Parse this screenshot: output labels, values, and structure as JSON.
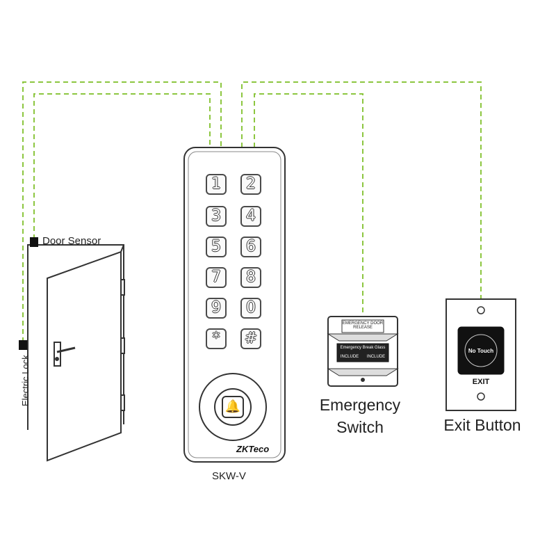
{
  "labels": {
    "door_sensor": "Door Sensor",
    "electric_lock": "Electric Lock",
    "model": "SKW-V",
    "emergency_line1": "Emergency",
    "emergency_line2": "Switch",
    "exit_button": "Exit Button"
  },
  "keypad": {
    "keys": [
      "1",
      "2",
      "3",
      "4",
      "5",
      "6",
      "7",
      "8",
      "9",
      "0",
      "*",
      "#"
    ],
    "brand": "ZKTeco"
  },
  "emergency_switch": {
    "top_text": "EMERGENCY DOOR RELEASE",
    "bar_text": "Emergency Break Glass",
    "tag_left": "INCLUDE",
    "tag_right": "INCLUDE"
  },
  "exit_plate": {
    "sensor_text": "No Touch",
    "exit_text": "EXIT"
  },
  "colors": {
    "wire": "#8cc63f",
    "outline": "#333333"
  }
}
